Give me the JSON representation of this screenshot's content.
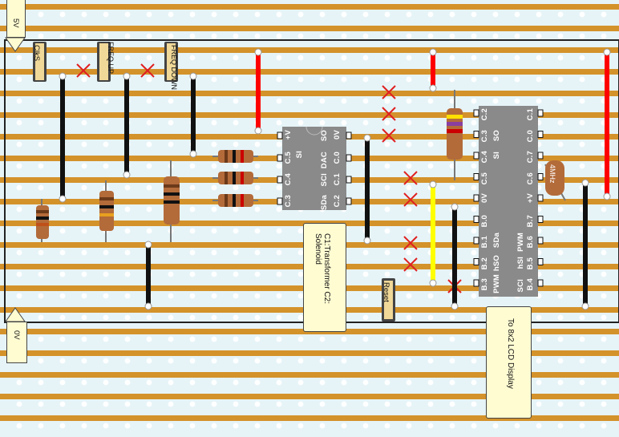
{
  "board": {
    "strip_color": "#d4922a",
    "background_color": "#e6f4f8",
    "hole_color": "#ffffff"
  },
  "power": {
    "v5_label": "5V",
    "v0_label": "0V"
  },
  "buttons": {
    "b1_label": "ClkS",
    "b2_label": "FREQ UP",
    "b3_label": "FREQ DOWN",
    "reset_label": "Reset"
  },
  "chip1": {
    "top_pins": [
      "0V",
      "C.0",
      "C.1",
      "C.2"
    ],
    "top_mid": [
      "SO",
      "DAC",
      "SCl",
      "SDa"
    ],
    "bottom_pins": [
      "+V",
      "C.5",
      "C.4",
      "C.3"
    ],
    "bottom_mid": [
      "SI"
    ]
  },
  "chip2": {
    "pins_left": [
      "C.1",
      "C.0",
      "C.7",
      "C.6",
      "+V",
      "B.7",
      "B.6",
      "B.5",
      "B.4"
    ],
    "pins_right": [
      "C.2",
      "C.3",
      "C.4",
      "C.5",
      "0V",
      "B.0",
      "B.1",
      "B.2",
      "B.3"
    ],
    "mid_top": [
      "SO",
      "SI"
    ],
    "mid_bottom": [
      "PWM",
      "hSI",
      "SCl",
      "SDa",
      "hSO",
      "PWM"
    ]
  },
  "crystal": {
    "label": "4MHz"
  },
  "notes": {
    "transformer": "C1:Transformer C2: Solenoid",
    "lcd": "To 8x2 LCD Display"
  },
  "colors": {
    "wire_red": "#ff0000",
    "wire_black": "#111111",
    "wire_yellow": "#ffff00",
    "cut_mark": "#e02020",
    "chip": "#8a8a8a"
  }
}
